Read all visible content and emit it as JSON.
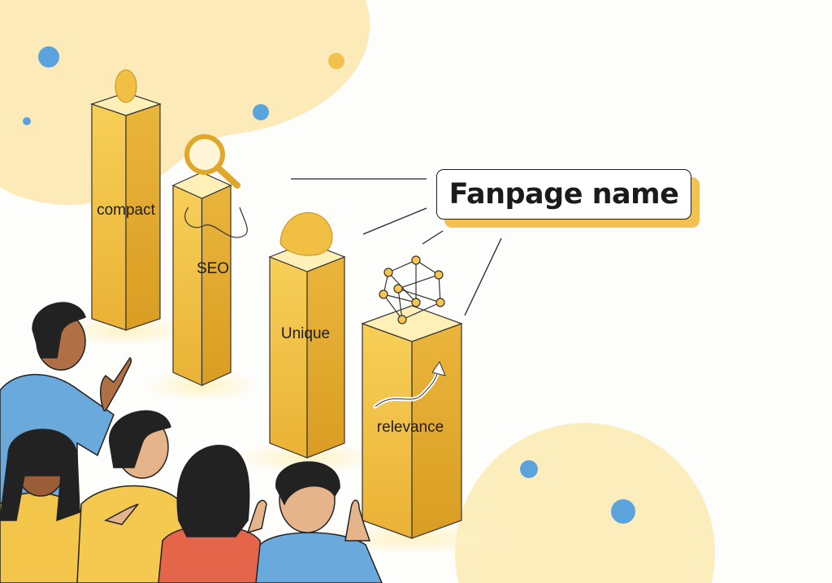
{
  "title": "Fanpage name",
  "pillars": [
    {
      "label": "compact",
      "topper": "egg-shape"
    },
    {
      "label": "SEO",
      "topper": "magnifier-icon"
    },
    {
      "label": "Unique",
      "topper": "blob-shape"
    },
    {
      "label": "relevance",
      "topper": "network-icon"
    }
  ],
  "colors": {
    "pillar_left": "#f0bd3c",
    "pillar_right": "#e3a92a",
    "pillar_top": "#f8d56c",
    "accent_blue": "#5ba3dc",
    "blob": "#fbe7a6"
  }
}
